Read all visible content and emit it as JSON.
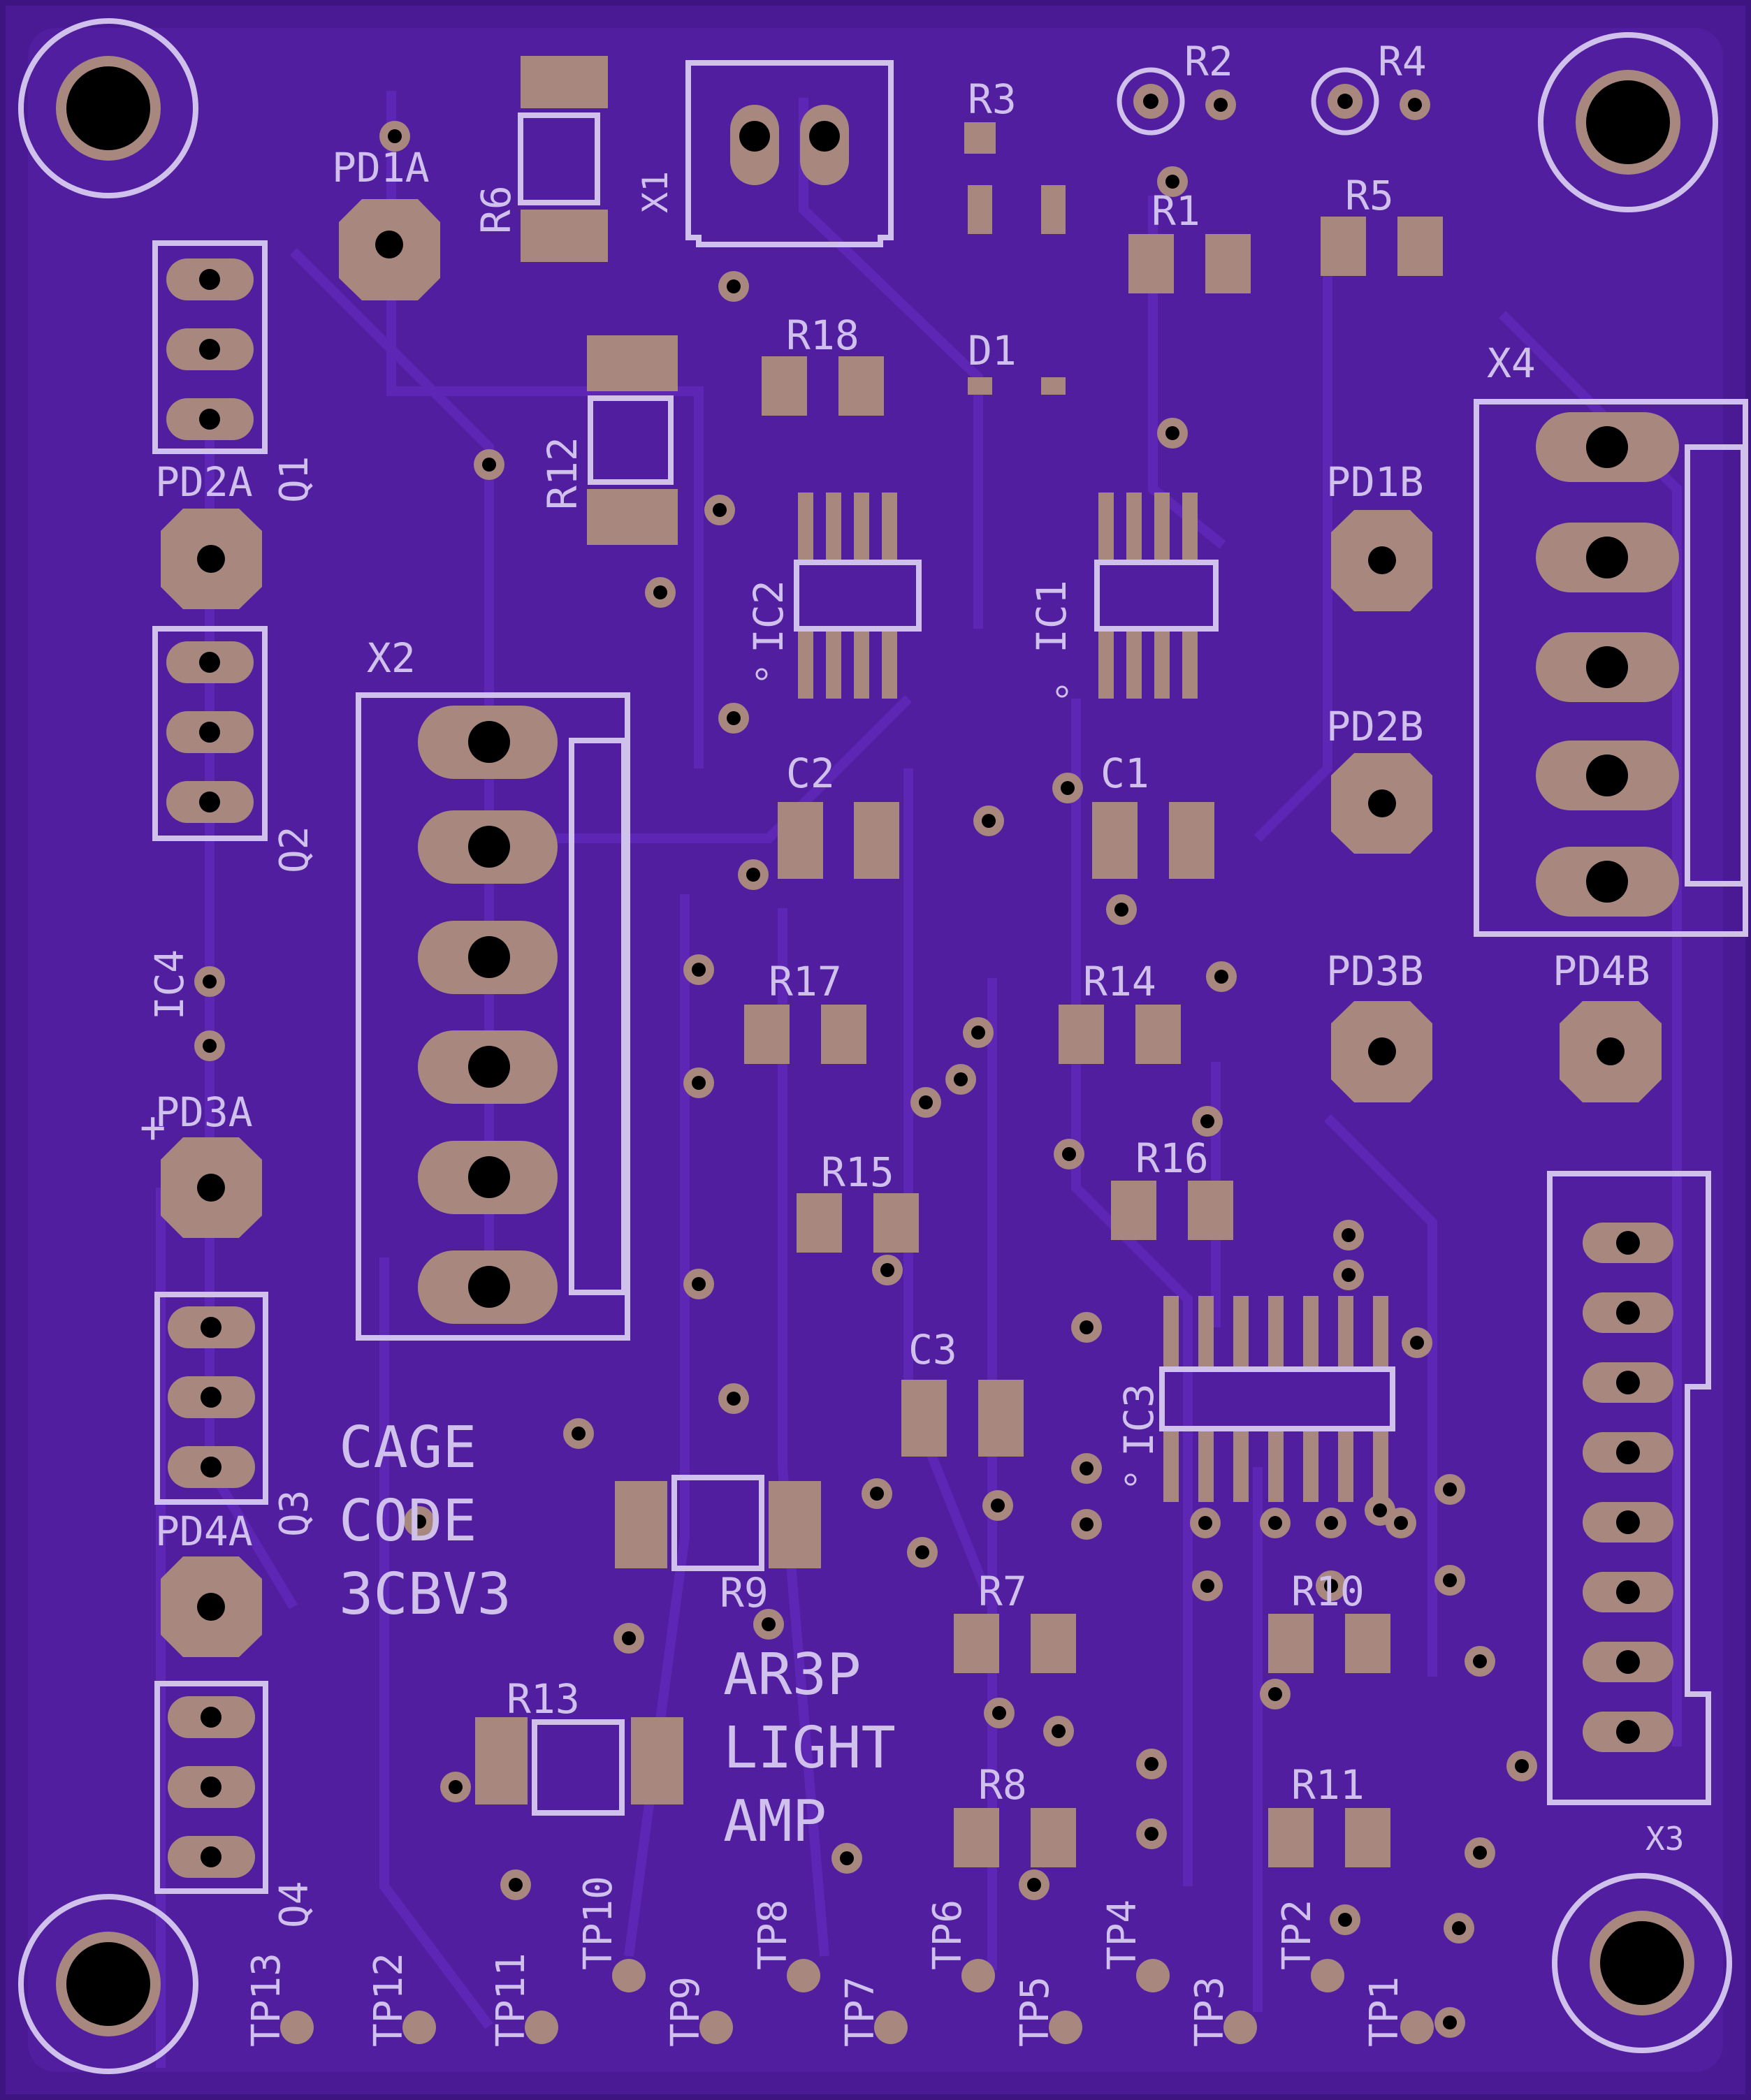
{
  "board": {
    "colors": {
      "substrate": "#4a1994",
      "copper": "#551fa6",
      "pad": "#a8877f",
      "silk": "#cfc0ec",
      "hole": "#000000"
    }
  },
  "labels": {
    "pd1a": "PD1A",
    "pd2a": "PD2A",
    "pd3a": "PD3A",
    "pd4a": "PD4A",
    "pd1b": "PD1B",
    "pd2b": "PD2B",
    "pd3b": "PD3B",
    "pd4b": "PD4B",
    "q1": "Q1",
    "q2": "Q2",
    "q3": "Q3",
    "q4": "Q4",
    "x1": "X1",
    "x2": "X2",
    "x3": "X3",
    "x4": "X4",
    "ic1": "IC1",
    "ic2": "IC2",
    "ic3": "IC3",
    "ic4": "IC4",
    "c1": "C1",
    "c2": "C2",
    "c3": "C3",
    "d1": "D1",
    "r1": "R1",
    "r2": "R2",
    "r3": "R3",
    "r4": "R4",
    "r5": "R5",
    "r6": "R6",
    "r7": "R7",
    "r8": "R8",
    "r9": "R9",
    "r10": "R10",
    "r11": "R11",
    "r12": "R12",
    "r13": "R13",
    "r14": "R14",
    "r15": "R15",
    "r16": "R16",
    "r17": "R17",
    "r18": "R18",
    "tp1": "TP1",
    "tp2": "TP2",
    "tp3": "TP3",
    "tp4": "TP4",
    "tp5": "TP5",
    "tp6": "TP6",
    "tp7": "TP7",
    "tp8": "TP8",
    "tp9": "TP9",
    "tp10": "TP10",
    "tp11": "TP11",
    "tp12": "TP12",
    "tp13": "TP13",
    "plus": "+"
  },
  "marking": {
    "cage_line1": "CAGE",
    "cage_line2": "CODE",
    "cage_line3": "3CBV3",
    "name_line1": "AR3P",
    "name_line2": "LIGHT",
    "name_line3": "AMP"
  }
}
